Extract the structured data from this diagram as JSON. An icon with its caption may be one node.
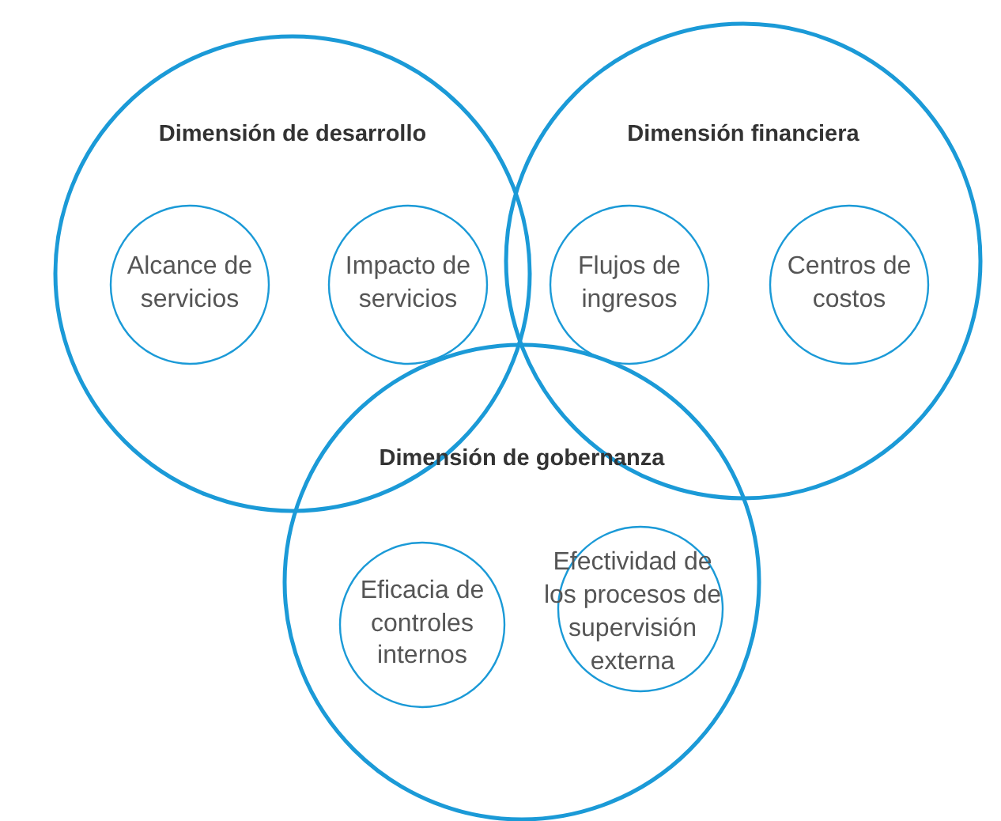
{
  "diagram": {
    "nodes": [
      {
        "text": [
          "Dimensión de desarrollo"
        ]
      },
      {
        "text": [
          "Alcance de servicios"
        ],
        "in": 0
      },
      {
        "text": [
          "Impacto de servicios"
        ],
        "in": 0
      },
      {
        "text": [
          "Dimensión financiera"
        ]
      },
      {
        "text": [
          "Flujos de ingresos"
        ],
        "in": 3
      },
      {
        "text": [
          "Centros de costos"
        ],
        "in": 3
      },
      {
        "text": [
          "Dimensión de gobernanza"
        ]
      },
      {
        "text": [
          "Eficacia de controles internos"
        ],
        "in": 6
      },
      {
        "text": [
          "Efectividad de los procesos de supervisión externa"
        ],
        "in": 6
      }
    ]
  }
}
